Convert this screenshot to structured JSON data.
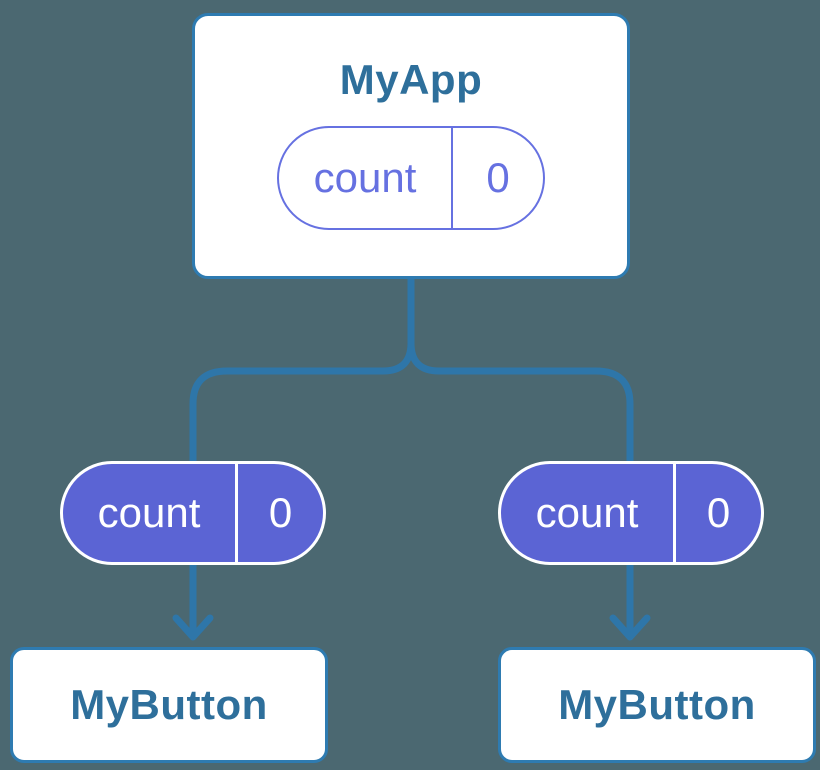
{
  "app": {
    "title": "MyApp",
    "state_label": "count",
    "state_value": "0"
  },
  "left_button": {
    "title": "MyButton",
    "prop_label": "count",
    "prop_value": "0"
  },
  "right_button": {
    "title": "MyButton",
    "prop_label": "count",
    "prop_value": "0"
  },
  "colors": {
    "background": "#4B6871",
    "connector_blue": "#2E76A9",
    "card_border_blue": "#2E7BB1",
    "title_text_blue": "#2E6F9B",
    "pill_purple_fill": "#5B64D4",
    "pill_purple_outline": "#6671E1",
    "card_fill": "#FFFFFF"
  }
}
